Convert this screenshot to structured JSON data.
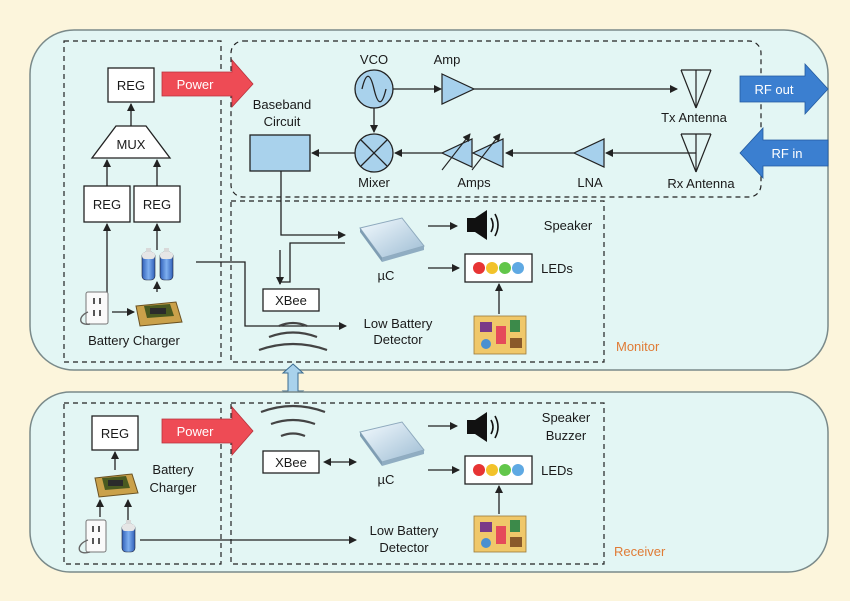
{
  "colors": {
    "background": "#fcf5dc",
    "panel_fill": "#e3f6f4",
    "panel_stroke": "#7a8a8a",
    "power_arrow": "#ee4b55",
    "rf_arrow": "#3b7fd0",
    "component_fill": "#a9d2ec",
    "triangle_fill": "#a6d0ec",
    "section_label": "#e07b35"
  },
  "monitor": {
    "section_label": "Monitor",
    "power_label": "Power",
    "reg_top": "REG",
    "mux": "MUX",
    "reg_left": "REG",
    "reg_right": "REG",
    "battery_charger": "Battery Charger",
    "vco": "VCO",
    "amp": "Amp",
    "tx_antenna": "Tx Antenna",
    "rf_out": "RF out",
    "baseband_line1": "Baseband",
    "baseband_line2": "Circuit",
    "mixer": "Mixer",
    "amps": "Amps",
    "lna": "LNA",
    "rx_antenna": "Rx Antenna",
    "rf_in": "RF in",
    "speaker": "Speaker",
    "uc": "µC",
    "leds": "LEDs",
    "xbee": "XBee",
    "low_battery_line1": "Low Battery",
    "low_battery_line2": "Detector"
  },
  "receiver": {
    "section_label": "Receiver",
    "reg": "REG",
    "power_label": "Power",
    "battery_charger_line1": "Battery",
    "battery_charger_line2": "Charger",
    "xbee": "XBee",
    "uc": "µC",
    "speaker_line1": "Speaker",
    "speaker_line2": "Buzzer",
    "leds": "LEDs",
    "low_battery_line1": "Low Battery",
    "low_battery_line2": "Detector"
  }
}
